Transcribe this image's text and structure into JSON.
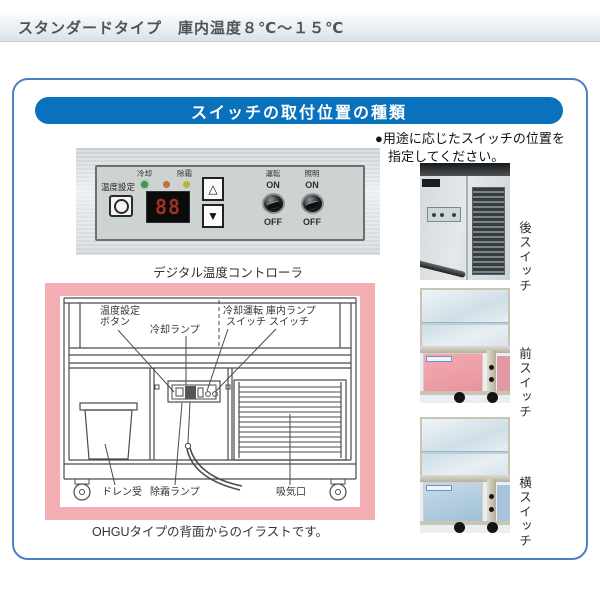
{
  "header": {
    "title": "スタンダードタイプ　庫内温度８℃～１５℃"
  },
  "section": {
    "title": "スイッチの取付位置の種類"
  },
  "note": {
    "line1": "●用途に応じたスイッチの位置を",
    "line2": "指定してください。"
  },
  "controller": {
    "caption": "デジタル温度コントローラ",
    "temp_set_label": "温度設定",
    "led_cool": "冷却",
    "led_defrost": "除霜",
    "display": "88",
    "up": "△",
    "down": "▼",
    "run_label": "運転",
    "run_on": "ON",
    "run_off": "OFF",
    "light_label": "照明",
    "light_on": "ON",
    "light_off": "OFF"
  },
  "diagram": {
    "caption": "OHGUタイプの背面からのイラストです。",
    "temp_button_line1": "温度設定",
    "temp_button_line2": "ボタン",
    "cool_lamp": "冷却ランプ",
    "cool_run_line1": "冷却運転",
    "cool_run_line2": "スイッチ",
    "cabinet_lamp_line1": "庫内ランプ",
    "cabinet_lamp_line2": "スイッチ",
    "drain": "ドレン受",
    "defrost_lamp": "除霜ランプ",
    "intake": "吸気口"
  },
  "positions": [
    {
      "label": "後スイッチ"
    },
    {
      "label": "前スイッチ"
    },
    {
      "label": "横スイッチ"
    }
  ],
  "colors": {
    "accent": "#0a72bd",
    "panel-border": "#4c80c1",
    "diagram-bg": "#f4adb3",
    "topbar-text": "#4d545b"
  }
}
